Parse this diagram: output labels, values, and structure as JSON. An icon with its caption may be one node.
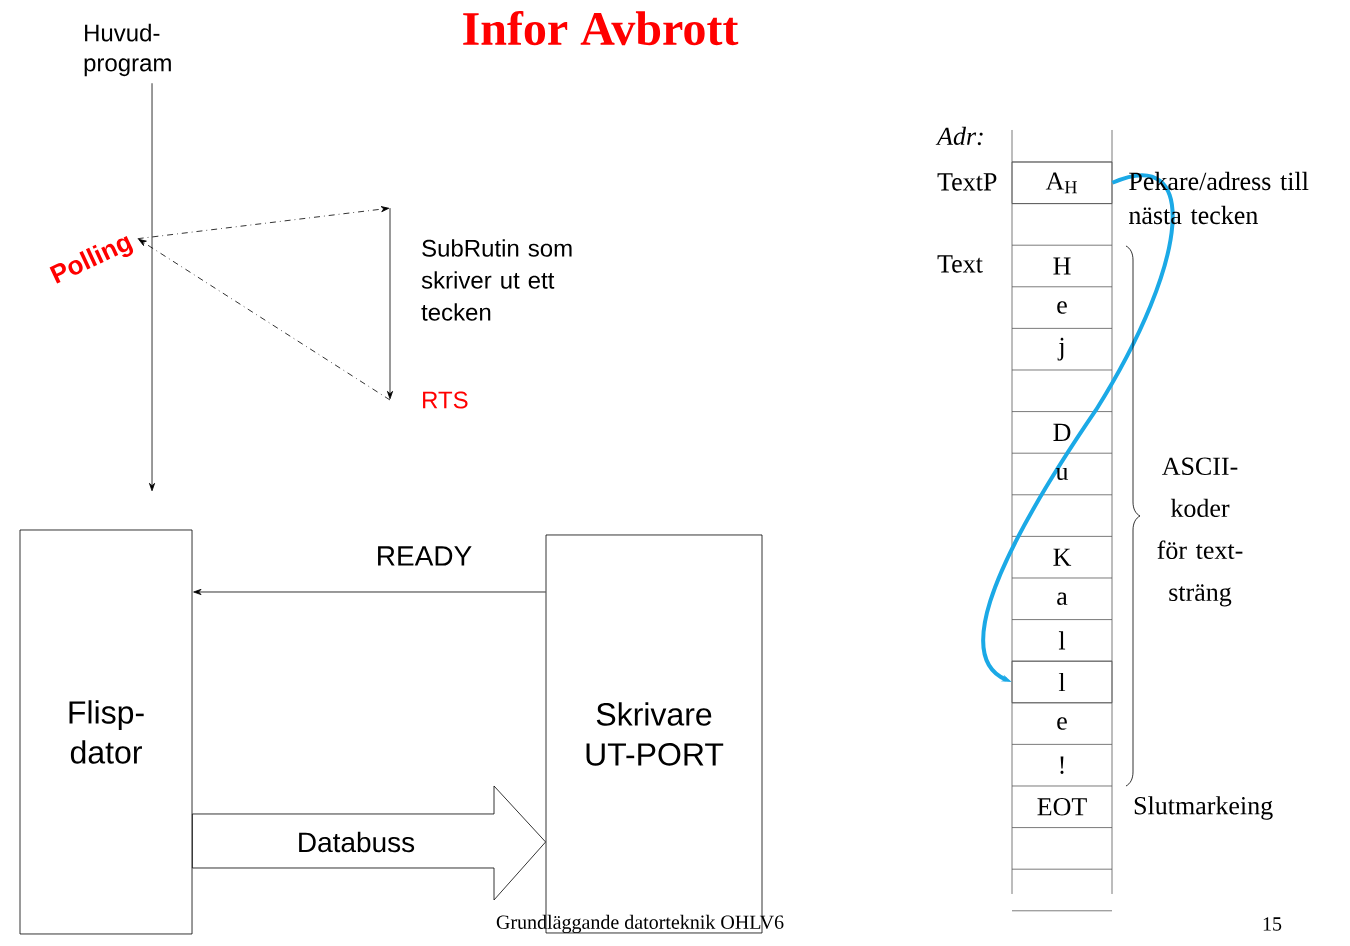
{
  "diagram": {
    "title": "Infor Avbrott",
    "nodes": [
      {
        "text": [
          "Huvud- program"
        ]
      },
      {
        "text": [
          "Polling"
        ]
      },
      {
        "text": [
          "SubRutin som skriver ut ett tecken"
        ]
      },
      {
        "text": [
          "RTS"
        ]
      },
      {
        "text": [
          "Flisp- dator"
        ]
      },
      {
        "text": [
          "Skrivare UT-PORT"
        ]
      },
      {
        "text": [
          "A$_{H}$"
        ]
      },
      {
        "text": [
          "l"
        ]
      }
    ],
    "edges": [
      {
        "from": 0,
        "to": null,
        "arrow": "to"
      },
      {
        "from": 1,
        "to": 2,
        "arrow": "to",
        "style": "dashed"
      },
      {
        "from": 3,
        "to": 1,
        "arrow": "to",
        "style": "dashed"
      },
      {
        "from": 2,
        "to": 3,
        "arrow": "to"
      },
      {
        "from": 5,
        "to": 4,
        "arrow": "to",
        "label": "READY"
      },
      {
        "from": 4,
        "to": 5,
        "arrow": "to",
        "label": "Databuss"
      },
      {
        "from": 6,
        "to": 7,
        "arrow": "to",
        "style": "thick",
        "color": "#1ba9e6"
      }
    ],
    "labels": [
      "Adr:",
      "TextP",
      "Pekare/adress till nästa tecken",
      "Text",
      "H",
      "e",
      "j",
      "D",
      "u",
      "K",
      "a",
      "l",
      "e",
      "!",
      "EOT",
      "ASCII- koder för text- sträng",
      "Slutmarkeing",
      "Grundläggande datorteknik OHLV6",
      "15"
    ]
  }
}
